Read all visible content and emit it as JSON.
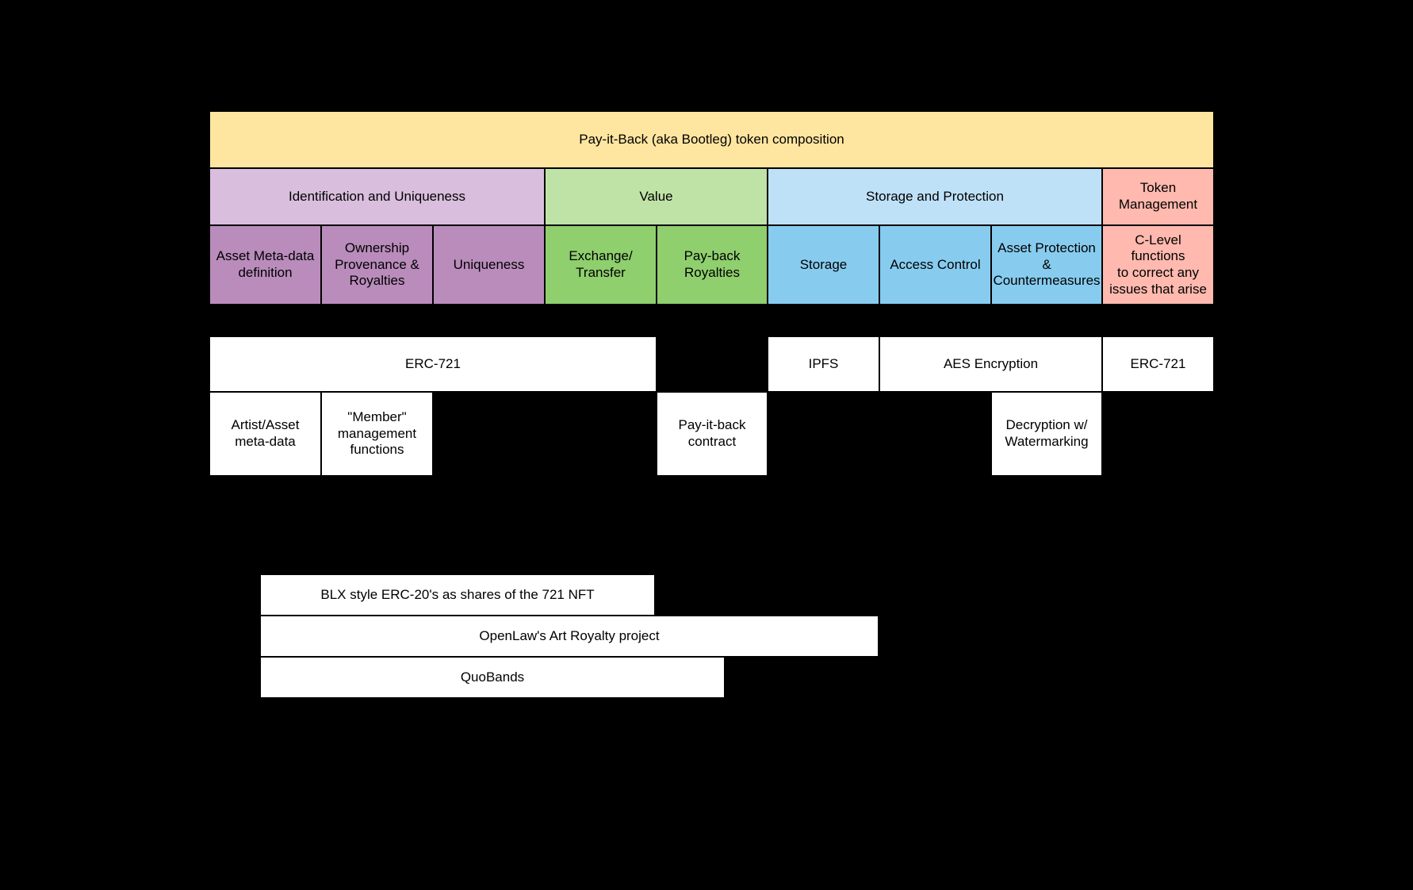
{
  "diagram": {
    "title_bar": {
      "label": "Pay-it-Back (aka Bootleg) token composition",
      "color": "#ffe6a0"
    },
    "groups": [
      {
        "label": "Identification and Uniqueness",
        "color": "#d9bedd"
      },
      {
        "label": "Value",
        "color": "#bfe3a6"
      },
      {
        "label": "Storage and Protection",
        "color": "#bfe1f8"
      },
      {
        "label": "Token\nManagement",
        "color": "#ffb9ae"
      }
    ],
    "components": [
      {
        "label": "Asset Meta-data\ndefinition",
        "color": "#b98cbb"
      },
      {
        "label": "Ownership\nProvenance &\nRoyalties",
        "color": "#b98cbb"
      },
      {
        "label": "Uniqueness",
        "color": "#b98cbb"
      },
      {
        "label": "Exchange/\nTransfer",
        "color": "#8fcf6e"
      },
      {
        "label": "Pay-back\nRoyalties",
        "color": "#8fcf6e"
      },
      {
        "label": "Storage",
        "color": "#87ccef"
      },
      {
        "label": "Access Control",
        "color": "#87ccef"
      },
      {
        "label": "Asset Protection &\nCountermeasures",
        "color": "#87ccef"
      },
      {
        "label": "C-Level functions\nto correct any\nissues that arise",
        "color": "#ffb9ae"
      }
    ],
    "implementations_row1": [
      {
        "label": "ERC-721"
      },
      {
        "label": "IPFS"
      },
      {
        "label": "AES Encryption"
      },
      {
        "label": "ERC-721"
      }
    ],
    "implementations_row2": [
      {
        "label": "Artist/Asset\nmeta-data"
      },
      {
        "label": "\"Member\"\nmanagement\nfunctions"
      },
      {
        "label": "Pay-it-back\ncontract"
      },
      {
        "label": "Decryption w/\nWatermarking"
      }
    ],
    "references": [
      {
        "label": "BLX style ERC-20's as shares of the 721 NFT"
      },
      {
        "label": "OpenLaw's Art Royalty project"
      },
      {
        "label": "QuoBands"
      }
    ]
  }
}
